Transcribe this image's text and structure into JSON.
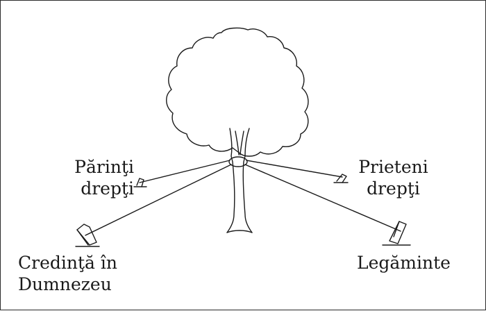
{
  "diagram": {
    "anchors": [
      {
        "id": "parents",
        "lines": [
          "Părinţi",
          "drepţi"
        ]
      },
      {
        "id": "friends",
        "lines": [
          "Prieteni",
          "drepţi"
        ]
      },
      {
        "id": "faith",
        "lines": [
          "Credinţă în",
          "Dumnezeu"
        ]
      },
      {
        "id": "vows",
        "lines": [
          "Legăminte"
        ]
      }
    ],
    "colors": {
      "ink": "#1a1a1a",
      "background": "#ffffff",
      "frame": "#2b2b2b"
    }
  }
}
